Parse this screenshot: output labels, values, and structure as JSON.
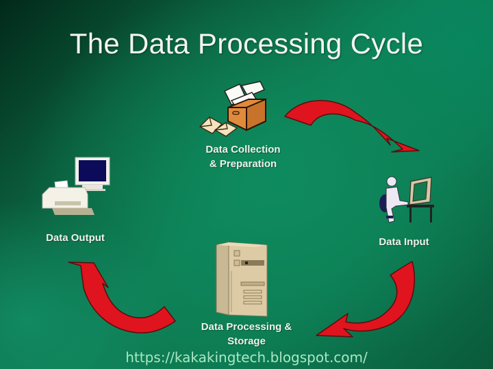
{
  "diagram": {
    "title": "The Data Processing Cycle",
    "type": "cycle",
    "stages": [
      {
        "id": "collection",
        "lines": [
          "Data Collection",
          "& Preparation"
        ],
        "icon": "box-with-papers-and-envelopes-icon"
      },
      {
        "id": "input",
        "lines": [
          "Data Input"
        ],
        "icon": "person-at-computer-icon"
      },
      {
        "id": "processing",
        "lines": [
          "Data Processing &",
          "Storage"
        ],
        "icon": "tower-computer-icon"
      },
      {
        "id": "output",
        "lines": [
          "Data Output"
        ],
        "icon": "printer-and-monitor-icon"
      }
    ],
    "flow": [
      {
        "from": "collection",
        "to": "input"
      },
      {
        "from": "input",
        "to": "processing"
      },
      {
        "from": "processing",
        "to": "output"
      },
      {
        "from": "output",
        "to": "collection",
        "drawn": false
      }
    ],
    "footer_url": "https://kakakingtech.blogspot.com/"
  },
  "colors": {
    "arrow_fill": "#e0141e",
    "arrow_stroke": "#5a0c0c",
    "background_dark": "#02291a",
    "background_mid": "#0f7e55",
    "text": "#eef3ea",
    "url_text": "#a9e8c4"
  }
}
